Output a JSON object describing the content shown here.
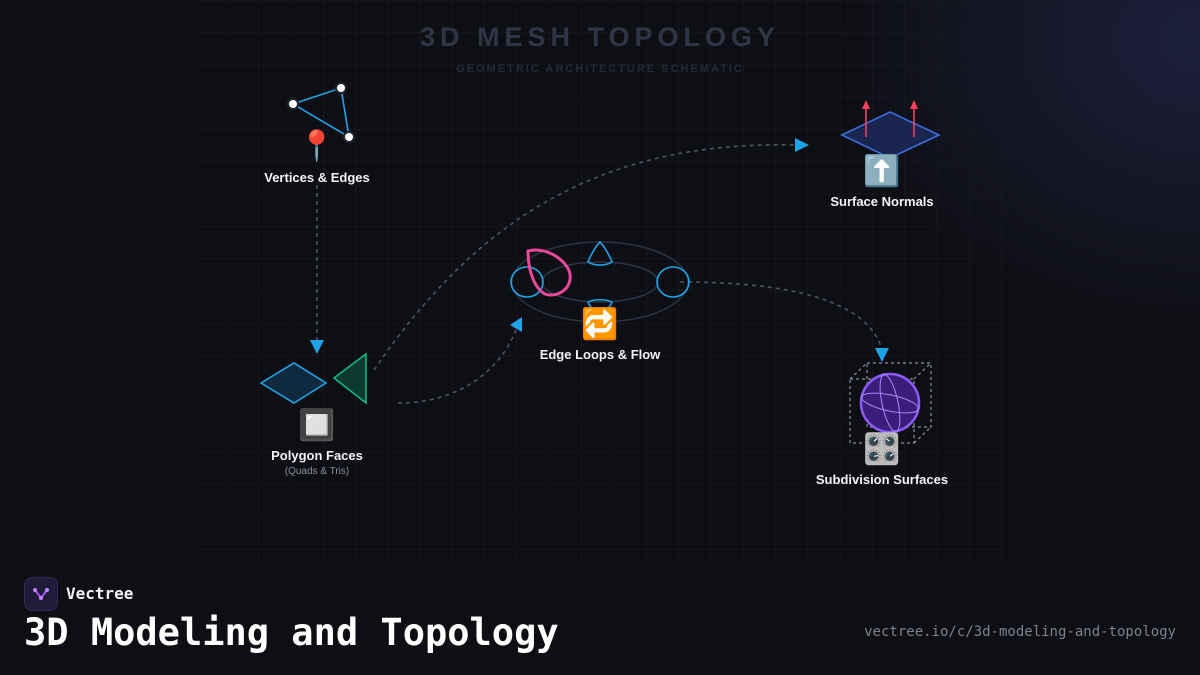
{
  "diagram": {
    "title": "3D MESH TOPOLOGY",
    "subtitle": "GEOMETRIC ARCHITECTURE SCHEMATIC",
    "nodes": [
      {
        "id": "vertices",
        "label": "Vertices & Edges",
        "emoji": "📍"
      },
      {
        "id": "normals",
        "label": "Surface Normals",
        "emoji": "⬆️"
      },
      {
        "id": "loops",
        "label": "Edge Loops & Flow",
        "emoji": "🔁"
      },
      {
        "id": "faces",
        "label": "Polygon Faces",
        "sublabel": "(Quads & Tris)",
        "emoji": "🔲"
      },
      {
        "id": "subdivision",
        "label": "Subdivision Surfaces",
        "emoji": "🎛️"
      }
    ],
    "edges": [
      {
        "from": "vertices",
        "to": "faces"
      },
      {
        "from": "faces",
        "to": "normals"
      },
      {
        "from": "faces",
        "to": "loops"
      },
      {
        "from": "loops",
        "to": "subdivision"
      }
    ]
  },
  "footer": {
    "brand": "Vectree",
    "title": "3D Modeling and Topology",
    "url": "vectree.io/c/3d-modeling-and-topology"
  },
  "colors": {
    "background": "#0e0f14",
    "accent_blue": "#1fa3e8",
    "accent_pink": "#ec4899",
    "accent_green": "#10b981",
    "accent_purple": "#8b5cf6",
    "normal_red": "#f43f5e",
    "connector": "#4a5568"
  }
}
